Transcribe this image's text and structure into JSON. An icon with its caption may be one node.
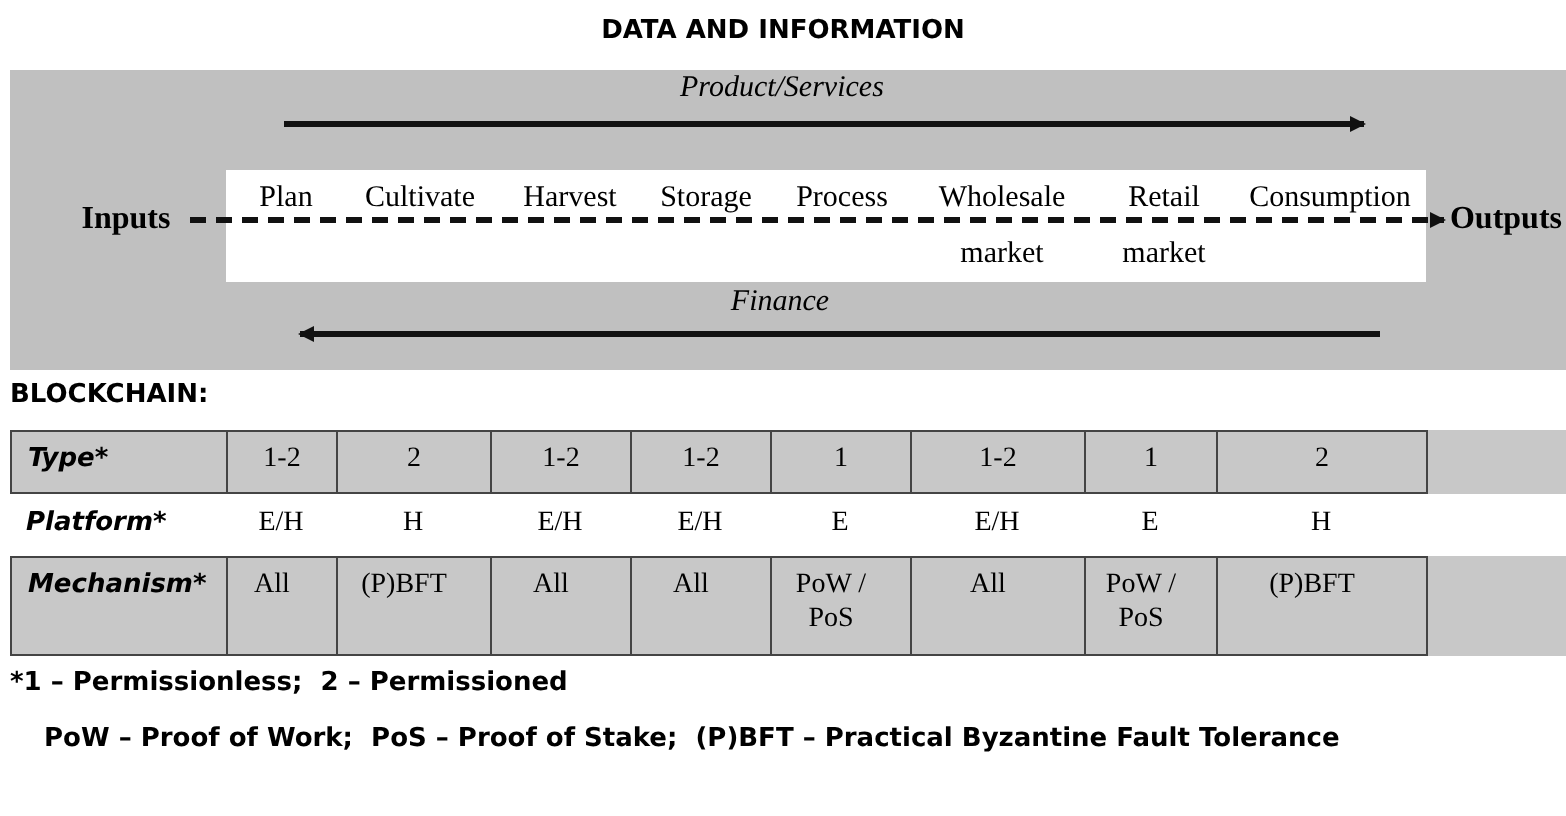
{
  "diagram": {
    "title": "DATA AND INFORMATION",
    "nodes": [
      {
        "text": [],
        "shape": "box"
      },
      {
        "text": [
          "Inputs"
        ],
        "in": 0
      },
      {
        "text": [
          "Outputs"
        ],
        "in": 0
      }
    ],
    "edges": [
      {
        "from": 1,
        "to": 2,
        "arrow": "to",
        "style": "dashed"
      }
    ],
    "labels": [
      "Product/Services",
      "Finance",
      "Plan",
      "Cultivate",
      "Harvest",
      "Storage",
      "Process",
      "Wholesale market",
      "Retail market",
      "Consumption",
      "BLOCKCHAIN:",
      "Type*",
      "1-2",
      "2",
      "1-2",
      "1-2",
      "1",
      "1-2",
      "1",
      "2",
      "Platform*",
      "E/H",
      "H",
      "E/H",
      "E/H",
      "E",
      "E/H",
      "E",
      "H",
      "Mechanism*",
      "All",
      "(P)BFT",
      "All",
      "All",
      "PoW / PoS",
      "All",
      "PoW / PoS",
      "(P)BFT",
      "*1 – Permissionless;  2 – Permissioned",
      "PoW – Proof of Work;  PoS – Proof of Stake;  (P)BFT – Practical Byzantine Fault Tolerance"
    ]
  }
}
